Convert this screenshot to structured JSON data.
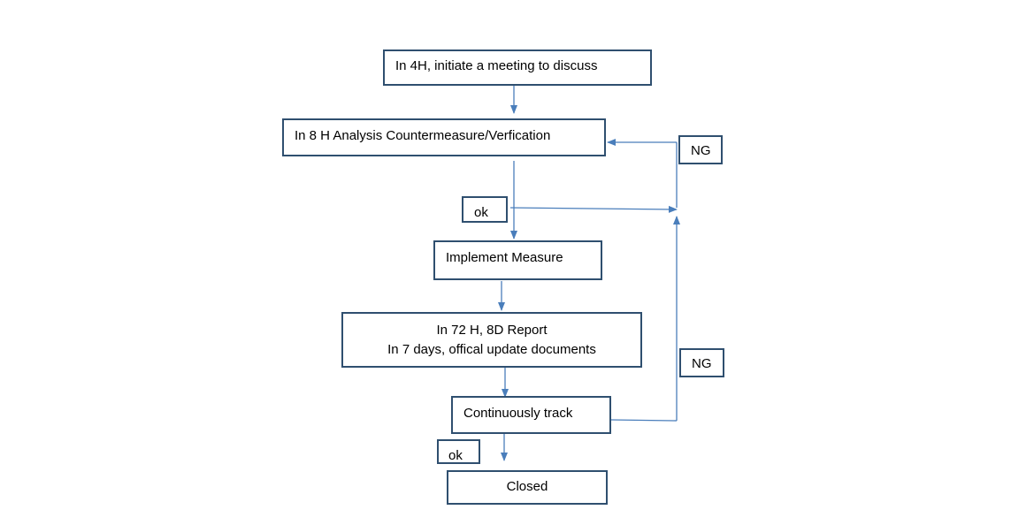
{
  "nodes": {
    "meeting": "In 4H, initiate a meeting to discuss",
    "analysis": "In 8 H Analysis Countermeasure/Verfication",
    "implement": "Implement Measure",
    "report_line1": "In 72 H, 8D Report",
    "report_line2": "In 7 days, offical update documents",
    "track": "Continuously track",
    "closed": "Closed"
  },
  "labels": {
    "ok_upper": "ok",
    "ok_lower": "ok",
    "ng_upper": "NG",
    "ng_lower": "NG"
  },
  "colors": {
    "box_border": "#2f4f6f",
    "arrow": "#4a7ebb"
  }
}
